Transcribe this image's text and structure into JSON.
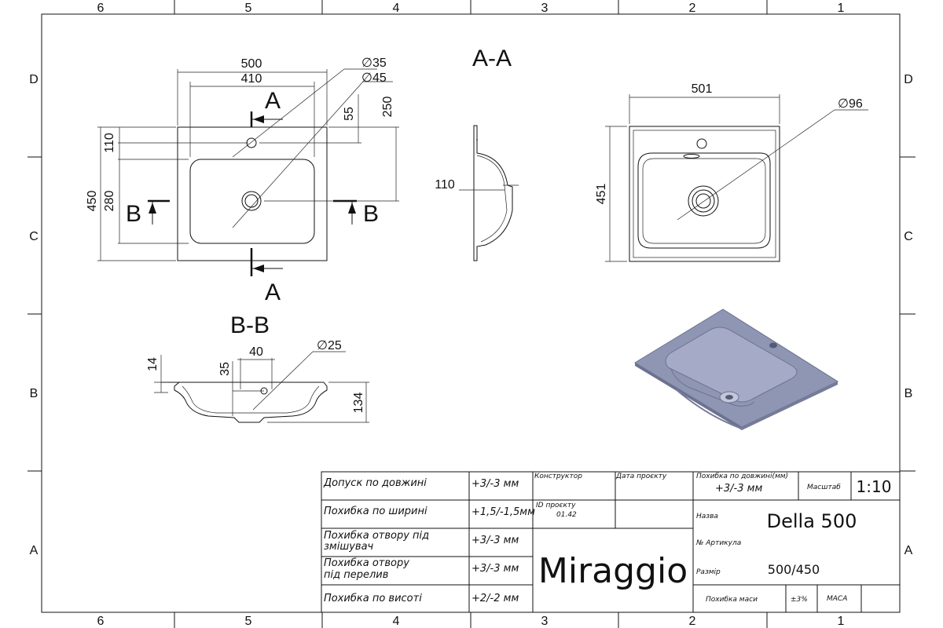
{
  "grid": {
    "columns": [
      "6",
      "5",
      "4",
      "3",
      "2",
      "1"
    ],
    "rows": [
      "D",
      "C",
      "B",
      "A"
    ]
  },
  "views": {
    "top": {
      "dims": {
        "w500": "500",
        "w410": "410",
        "d35": "∅35",
        "d45": "∅45",
        "d55": "55",
        "d250": "250",
        "d110": "110",
        "d280": "280",
        "d450": "450"
      },
      "section_a": "A",
      "section_b": "B"
    },
    "section_aa": {
      "title": "A-A",
      "dim110": "110"
    },
    "front": {
      "dim501": "501",
      "dim451": "451",
      "d96": "∅96"
    },
    "section_bb": {
      "title": "B-B",
      "dim14": "14",
      "dim35": "35",
      "dim40": "40",
      "d25": "∅25",
      "dim134": "134"
    }
  },
  "title_block": {
    "tolerances": [
      {
        "label": "Допуск по довжині",
        "value": "+3/-3 мм"
      },
      {
        "label": "Похибка по ширині",
        "value": "+1,5/-1,5мм"
      },
      {
        "label": "Похибка отвору під змішувач",
        "value": "+3/-3 мм"
      },
      {
        "label": "Похибка отвору під перелив",
        "value": "+3/-3 мм"
      },
      {
        "label": "Похибка по висоті",
        "value": "+2/-2 мм"
      }
    ],
    "constructor_label": "Конструктор",
    "date_label": "Дата проєкту",
    "project_id_label": "ID проєкту",
    "project_id": "01.42",
    "brand": "Miraggio",
    "length_tol_label": "Похибка по довжині(мм)",
    "length_tol": "+3/-3 мм",
    "scale_label": "Масштаб",
    "scale": "1:10",
    "name_label": "Назва",
    "name": "Della 500",
    "article_label": "№ Артикула",
    "size_label": "Размір",
    "size": "500/450",
    "mass_tol_label": "Похибка маси",
    "mass_tol": "±3%",
    "mass_label": "МАСА"
  },
  "colors": {
    "render_top": "#8f96b3",
    "render_bowl": "#a5abc7",
    "render_edge": "#6c728f"
  }
}
